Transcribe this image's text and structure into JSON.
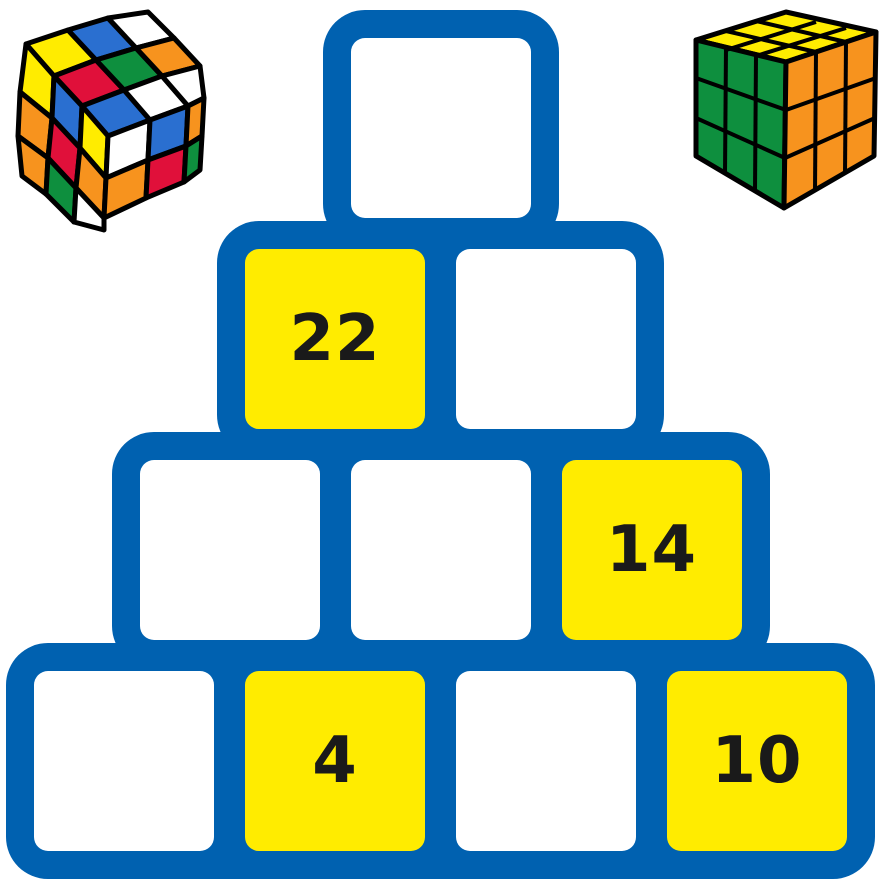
{
  "colors": {
    "frame": "#0061b0",
    "filled_cell": "#ffec00",
    "empty_cell": "#ffffff",
    "number_text": "#1a1a1a"
  },
  "pyramid": {
    "rows": [
      [
        {
          "value": "",
          "filled": false
        }
      ],
      [
        {
          "value": "22",
          "filled": true
        },
        {
          "value": "",
          "filled": false
        }
      ],
      [
        {
          "value": "",
          "filled": false
        },
        {
          "value": "",
          "filled": false
        },
        {
          "value": "14",
          "filled": true
        }
      ],
      [
        {
          "value": "",
          "filled": false
        },
        {
          "value": "4",
          "filled": true
        },
        {
          "value": "",
          "filled": false
        },
        {
          "value": "10",
          "filled": true
        }
      ]
    ]
  },
  "decorations": {
    "left_cube_icon": "scrambled-rubiks-cube-icon",
    "right_cube_icon": "rubiks-cube-icon"
  }
}
